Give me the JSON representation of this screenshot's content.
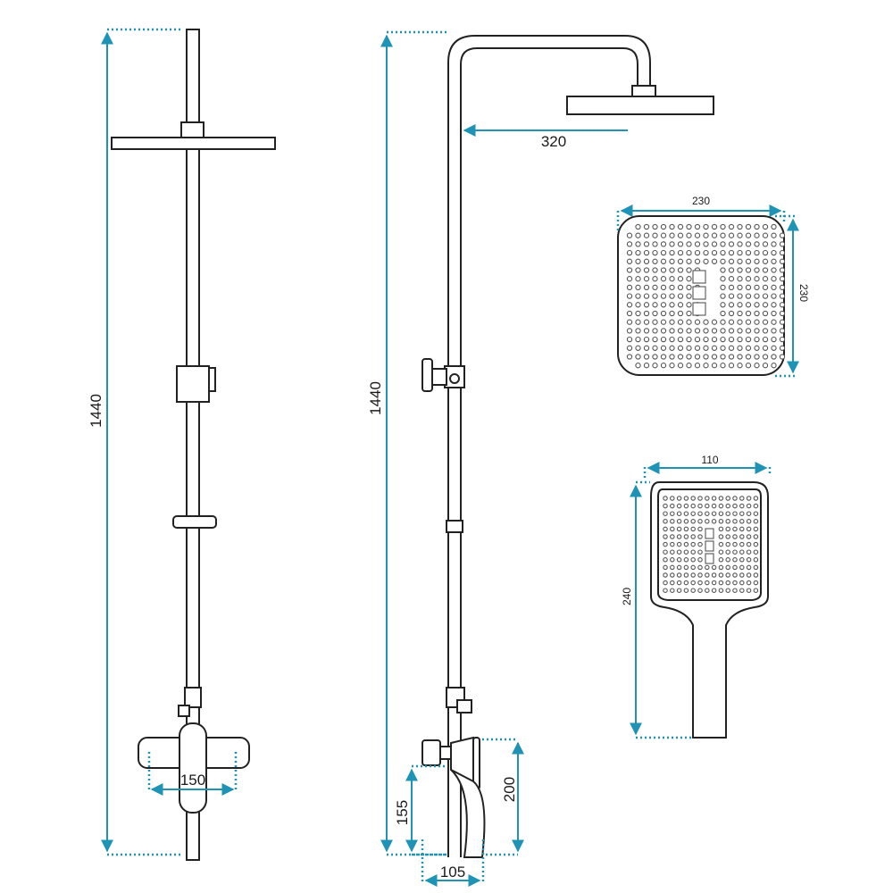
{
  "drawing": {
    "accent_color": "#1f93b5",
    "line_color": "#222222",
    "front_view": {
      "height_label": "1440",
      "mixer_width_label": "150"
    },
    "side_view": {
      "height_label": "1440",
      "arm_reach_label": "320",
      "spout_height_label": "155",
      "mixer_height_label": "200",
      "spout_width_label": "105"
    },
    "head_shower": {
      "width_label": "230",
      "depth_label": "230"
    },
    "hand_shower": {
      "width_label": "110",
      "length_label": "240"
    }
  }
}
